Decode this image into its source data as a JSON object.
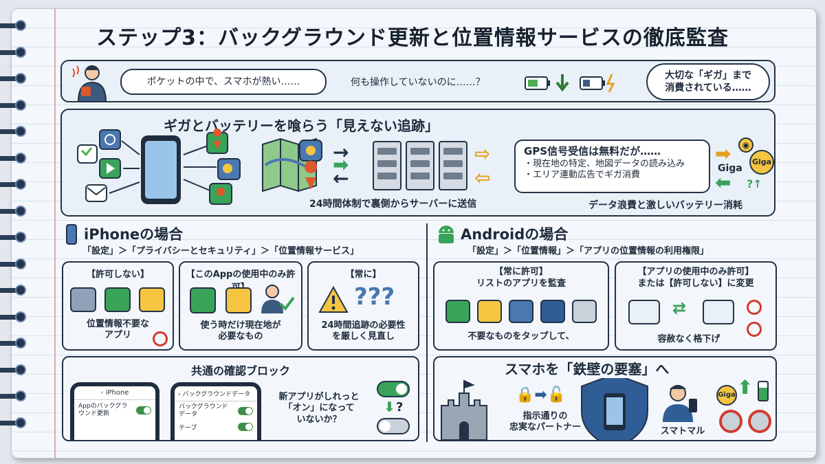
{
  "title": "ステップ3：バックグラウンド更新と位置情報サービスの徹底監査",
  "intro": {
    "bubble_hot": "ポケットの中で、スマホが熱い……",
    "nothing": "何も操作していないのに……？",
    "giga": "大切な「ギガ」まで\n消費されている……"
  },
  "tracking": {
    "heading": "ギガとバッテリーを喰らう「見えない追跡」",
    "gps_title": "GPS信号受信は無料だが……",
    "gps_items": [
      "・現在地の特定、地図データの読み込み",
      "・エリア連動広告でギガ消費"
    ],
    "server_caption": "24時間体制で裏側からサーバーに送信",
    "waste_caption": "データ浪費と激しいバッテリー消耗",
    "giga_label": "Giga",
    "giga_badge": "Giga",
    "question": "?↑"
  },
  "iphone": {
    "heading": "iPhoneの場合",
    "path": "「設定」＞「プライバシーとセキュリティ」＞「位置情報サービス」",
    "cards": [
      {
        "h": "【許可しない】",
        "c": "位置情報不要な\nアプリ"
      },
      {
        "h": "【このAppの使用中のみ許可】",
        "c": "使う時だけ現在地が\n必要なもの"
      },
      {
        "h": "【常に】",
        "c": "24時間追跡の必要性\nを厳しく見直し",
        "q": "???"
      }
    ]
  },
  "android": {
    "heading": "Androidの場合",
    "path": "「設定」＞「位置情報」＞「アプリの位置情報の利用権限」",
    "cards": [
      {
        "h": "【常に許可】\nリストのアプリを監査",
        "c": "不要なものをタップして、"
      },
      {
        "h": "【アプリの使用中のみ許可】\nまたは【許可しない】に変更",
        "c": "容赦なく格下げ"
      }
    ]
  },
  "common": {
    "heading": "共通の確認ブロック",
    "phone1": {
      "nav": "iPhone",
      "row": "Appのバックグラ\nウンド更新"
    },
    "phone2": {
      "nav": "バックグラウンドデータ",
      "row1": "バックグラウンド\nデータ",
      "row2": "テーブ"
    },
    "question": "新アプリがしれっと\n「オン」になって\nいないか？",
    "q": "?"
  },
  "fortress": {
    "heading": "スマホを「鉄壁の要塞」へ",
    "partner": "指示通りの\n忠実なパートナー",
    "user": "スマトマル",
    "giga": "Giga"
  }
}
